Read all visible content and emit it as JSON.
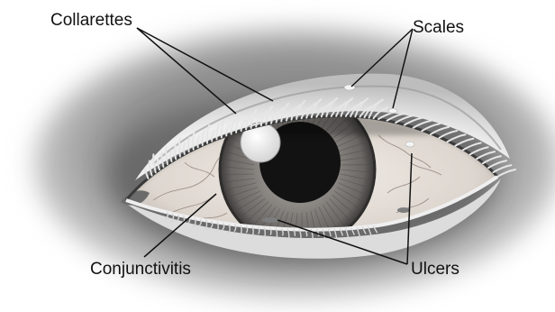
{
  "labels": {
    "collarettes": "Collarettes",
    "scales": "Scales",
    "conjunctivitis": "Conjunctivitis",
    "ulcers": "Ulcers"
  },
  "icons": [
    "eye-illustration"
  ],
  "colors": {
    "background": "#ffffff",
    "skin_light": "#ececec",
    "skin_shadow": "#555555",
    "sclera": "#e9e3dd",
    "iris": "#7d7a77",
    "pupil": "#131313",
    "leader_lines": "#111111"
  }
}
